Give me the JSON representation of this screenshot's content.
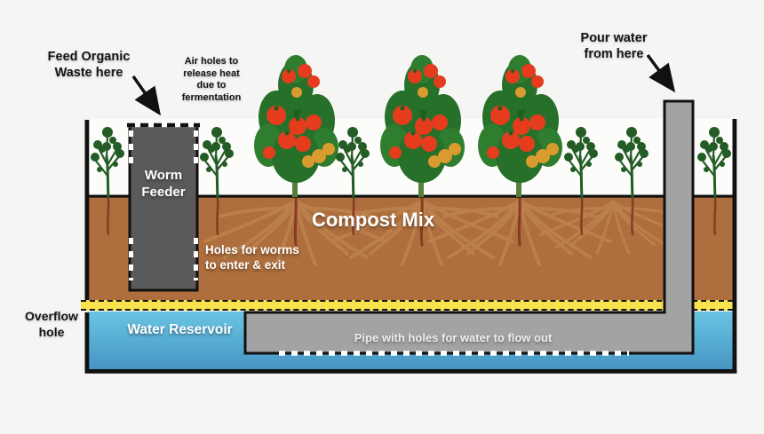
{
  "annotations": {
    "feed": {
      "l1": "Feed Organic",
      "l2": "Waste here"
    },
    "air": {
      "l1": "Air holes to",
      "l2": "release heat",
      "l3": "due to",
      "l4": "fermentation"
    },
    "pour": {
      "l1": "Pour water",
      "l2": "from here"
    },
    "feeder": {
      "l1": "Worm",
      "l2": "Feeder"
    },
    "worm_holes": {
      "l1": "Holes for worms",
      "l2": "to enter & exit"
    },
    "compost": "Compost Mix",
    "reservoir": "Water Reservoir",
    "pipe": "Pipe with holes for water to flow out",
    "overflow": {
      "l1": "Overflow",
      "l2": "hole"
    }
  },
  "colors": {
    "background": "#f5f5f3",
    "bed_interior": "#fcfcfb",
    "compost_brown": "#ae6e3d",
    "root_tan": "#c79058",
    "drain_yellow": "#f8e24d",
    "water_blue_top": "#6ac4e2",
    "water_blue_bottom": "#4795c2",
    "worm_feeder_gray": "#5a5a5a",
    "pipe_gray": "#a3a3a3",
    "outline_black": "#111111",
    "foliage_dark": "#1d6023",
    "foliage_mid": "#27702a",
    "foliage_light": "#2f7d2f",
    "seedling_green": "#235c24",
    "tomato_red": "#e63c1e",
    "tomato_orange": "#d99b2e",
    "root_line_brown": "#8a3a20"
  }
}
